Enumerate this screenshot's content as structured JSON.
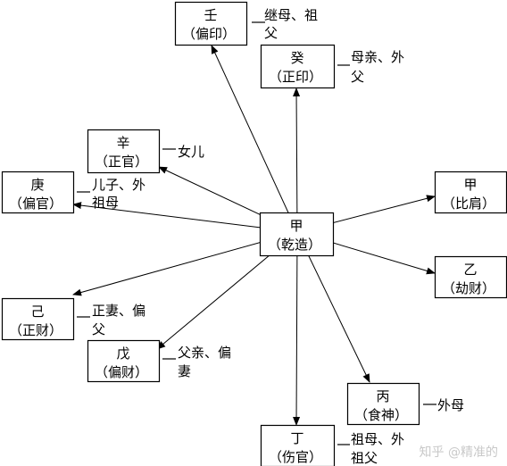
{
  "center": {
    "stem": "甲",
    "role": "（乾造）"
  },
  "nodes": [
    {
      "id": "ren",
      "stem": "壬",
      "role": "（偏印）",
      "relation": [
        "继母、祖",
        "父"
      ]
    },
    {
      "id": "gui",
      "stem": "癸",
      "role": "（正印）",
      "relation": [
        "母亲、外",
        "父"
      ]
    },
    {
      "id": "xin",
      "stem": "辛",
      "role": "（正官）",
      "relation": [
        "女儿"
      ]
    },
    {
      "id": "geng",
      "stem": "庚",
      "role": "（偏官）",
      "relation": [
        "儿子、外",
        "祖母"
      ]
    },
    {
      "id": "jia",
      "stem": "甲",
      "role": "（比肩）",
      "relation": []
    },
    {
      "id": "yi",
      "stem": "乙",
      "role": "（劫财）",
      "relation": []
    },
    {
      "id": "ji",
      "stem": "己",
      "role": "（正财）",
      "relation": [
        "正妻、偏",
        "父"
      ]
    },
    {
      "id": "wu",
      "stem": "戊",
      "role": "（偏财）",
      "relation": [
        "父亲、偏",
        "妻"
      ]
    },
    {
      "id": "bing",
      "stem": "丙",
      "role": "（食神）",
      "relation": [
        "外母"
      ]
    },
    {
      "id": "ding",
      "stem": "丁",
      "role": "（伤官）",
      "relation": [
        "祖母、外",
        "祖父"
      ]
    }
  ],
  "watermark": "知乎 @精准的"
}
